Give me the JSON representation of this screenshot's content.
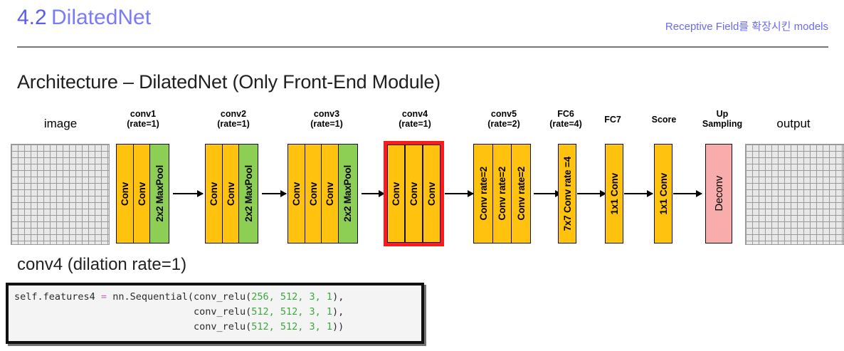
{
  "header": {
    "number": "4.2",
    "title": "DilatedNet",
    "right_note": "Receptive Field를 확장시킨 models",
    "number_color": "#5b5bf0",
    "title_color": "#7b7bf5",
    "note_color": "#6a6af0"
  },
  "section": {
    "heading": "Architecture – DilatedNet (Only Front-End Module)"
  },
  "diagram": {
    "input_label": "image",
    "output_label": "output",
    "stages": [
      {
        "name": "conv1",
        "rate": "(rate=1)",
        "label": "conv1\n(rate=1)",
        "layers": [
          {
            "text": "Conv",
            "kind": "conv"
          },
          {
            "text": "Conv",
            "kind": "conv"
          },
          {
            "text": "2x2 MaxPool",
            "kind": "pool"
          }
        ]
      },
      {
        "name": "conv2",
        "rate": "(rate=1)",
        "label": "conv2\n(rate=1)",
        "layers": [
          {
            "text": "Conv",
            "kind": "conv"
          },
          {
            "text": "Conv",
            "kind": "conv"
          },
          {
            "text": "2x2 MaxPool",
            "kind": "pool"
          }
        ]
      },
      {
        "name": "conv3",
        "rate": "(rate=1)",
        "label": "conv3\n(rate=1)",
        "layers": [
          {
            "text": "Conv",
            "kind": "conv"
          },
          {
            "text": "Conv",
            "kind": "conv"
          },
          {
            "text": "Conv",
            "kind": "conv"
          },
          {
            "text": "2x2 MaxPool",
            "kind": "pool"
          }
        ]
      },
      {
        "name": "conv4",
        "rate": "(rate=1)",
        "label": "conv4\n(rate=1)",
        "highlighted": true,
        "layers": [
          {
            "text": "Conv",
            "kind": "conv"
          },
          {
            "text": "Conv",
            "kind": "conv"
          },
          {
            "text": "Conv",
            "kind": "conv"
          }
        ]
      },
      {
        "name": "conv5",
        "rate": "(rate=2)",
        "label": "conv5\n(rate=2)",
        "layers": [
          {
            "text": "Conv rate=2",
            "kind": "conv"
          },
          {
            "text": "Conv rate=2",
            "kind": "conv"
          },
          {
            "text": "Conv rate=2",
            "kind": "conv"
          }
        ]
      },
      {
        "name": "FC6",
        "rate": "(rate=4)",
        "label": "FC6\n(rate=4)",
        "layers": [
          {
            "text": "7x7 Conv rate =4",
            "kind": "conv"
          }
        ]
      },
      {
        "name": "FC7",
        "rate": "",
        "label": "FC7",
        "layers": [
          {
            "text": "1x1 Conv",
            "kind": "conv"
          }
        ]
      },
      {
        "name": "Score",
        "rate": "",
        "label": "Score",
        "layers": [
          {
            "text": "1x1 Conv",
            "kind": "conv"
          }
        ]
      },
      {
        "name": "UpSampling",
        "rate": "",
        "label": "Up\nSampling",
        "layers": [
          {
            "text": "Deconv",
            "kind": "deconv"
          }
        ]
      }
    ],
    "colors": {
      "conv": "#ffc20e",
      "pool": "#8dce54",
      "deconv": "#f8acac",
      "highlight": "#ff1a1a",
      "border": "#111111"
    }
  },
  "conv4_caption": "conv4 (dilation rate=1)",
  "code": {
    "line1_pre": "self.features4 ",
    "line1_op": "=",
    "line1_mid": " nn.Sequential(conv_relu(",
    "line1_args": "256, 512, 3, 1",
    "line1_post": "),",
    "line2_pre": "conv_relu(",
    "line2_args": "512, 512, 3, 1",
    "line2_post": "),",
    "line3_pre": "conv_relu(",
    "line3_args": "512, 512, 3, 1",
    "line3_post": "))",
    "full_text": "self.features4 = nn.Sequential(conv_relu(256, 512, 3, 1),\n                               conv_relu(512, 512, 3, 1),\n                               conv_relu(512, 512, 3, 1))"
  }
}
